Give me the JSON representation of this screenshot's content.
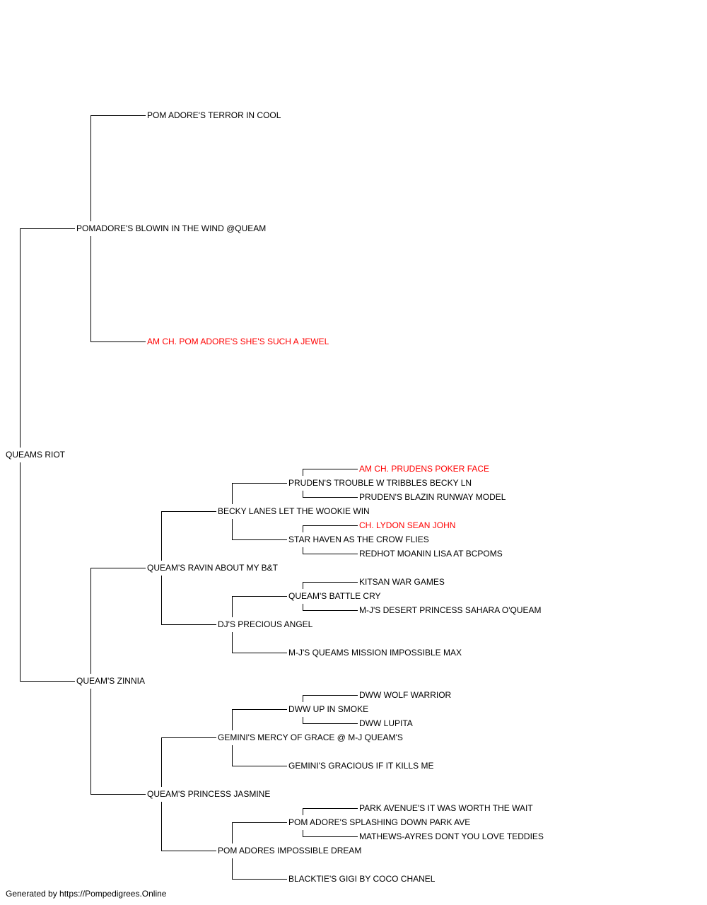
{
  "footer": "Generated by https://Pompedigrees.Online",
  "colors": {
    "line": "#000000",
    "text": "#000000",
    "champion": "#ff0000"
  },
  "pedigree": {
    "name": "QUEAMS RIOT",
    "sire": {
      "name": "POMADORE'S BLOWIN IN THE WIND @QUEAM",
      "sire": {
        "name": "POM ADORE'S TERROR IN COOL"
      },
      "dam": {
        "name": "AM CH. POM ADORE'S SHE'S SUCH A JEWEL",
        "champion": true
      }
    },
    "dam": {
      "name": "QUEAM'S ZINNIA",
      "sire": {
        "name": "QUEAM'S RAVIN ABOUT MY B&T",
        "sire": {
          "name": "BECKY LANES LET THE WOOKIE WIN",
          "sire": {
            "name": "PRUDEN'S TROUBLE W TRIBBLES BECKY LN",
            "sire": {
              "name": "AM CH. PRUDENS POKER FACE",
              "champion": true
            },
            "dam": {
              "name": "PRUDEN'S BLAZIN RUNWAY MODEL"
            }
          },
          "dam": {
            "name": "STAR HAVEN AS THE CROW FLIES",
            "sire": {
              "name": "CH. LYDON SEAN JOHN",
              "champion": true
            },
            "dam": {
              "name": "REDHOT MOANIN LISA AT BCPOMS"
            }
          }
        },
        "dam": {
          "name": "DJ'S PRECIOUS ANGEL",
          "sire": {
            "name": "QUEAM'S BATTLE CRY",
            "sire": {
              "name": "KITSAN WAR GAMES"
            },
            "dam": {
              "name": "M-J'S DESERT PRINCESS SAHARA O'QUEAM"
            }
          },
          "dam": {
            "name": "M-J'S QUEAMS MISSION IMPOSSIBLE MAX"
          }
        }
      },
      "dam": {
        "name": "QUEAM'S PRINCESS JASMINE",
        "sire": {
          "name": "GEMINI'S MERCY OF GRACE @ M-J QUEAM'S",
          "sire": {
            "name": "DWW UP IN SMOKE",
            "sire": {
              "name": "DWW WOLF WARRIOR"
            },
            "dam": {
              "name": "DWW LUPITA"
            }
          },
          "dam": {
            "name": "GEMINI'S GRACIOUS IF IT KILLS ME"
          }
        },
        "dam": {
          "name": "POM ADORES IMPOSSIBLE DREAM",
          "sire": {
            "name": "POM ADORE'S SPLASHING DOWN PARK AVE",
            "sire": {
              "name": "PARK AVENUE'S IT WAS WORTH THE WAIT"
            },
            "dam": {
              "name": "MATHEWS-AYRES DONT YOU LOVE TEDDIES"
            }
          },
          "dam": {
            "name": "BLACKTIE'S GIGI BY COCO CHANEL"
          }
        }
      }
    }
  }
}
